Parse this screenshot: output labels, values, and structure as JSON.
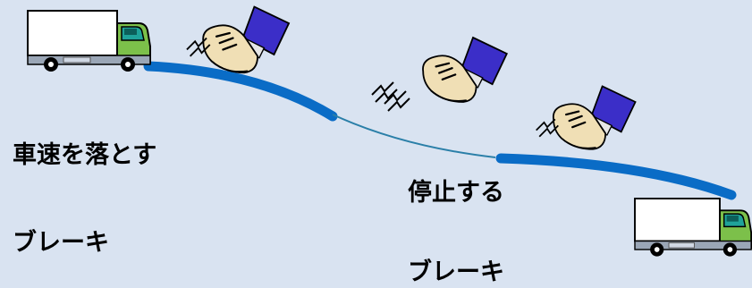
{
  "labels": {
    "reduce_speed": "車速を落とす",
    "brake_left": "ブレーキ",
    "stop": "停止する",
    "brake_right": "ブレーキ"
  },
  "icons": [
    "truck-icon",
    "brake-pedal-foot-icon",
    "shoe-icon",
    "motion-lines-icon"
  ],
  "colors": {
    "background": "#d9e3f1",
    "road_thick": "#0a6cc6",
    "road_thin": "#2a7fa8",
    "truck_cab": "#7cc04a",
    "truck_window": "#1fa39a",
    "shoe": "#f0dfb5",
    "sleeve": "#3b2ec8"
  }
}
